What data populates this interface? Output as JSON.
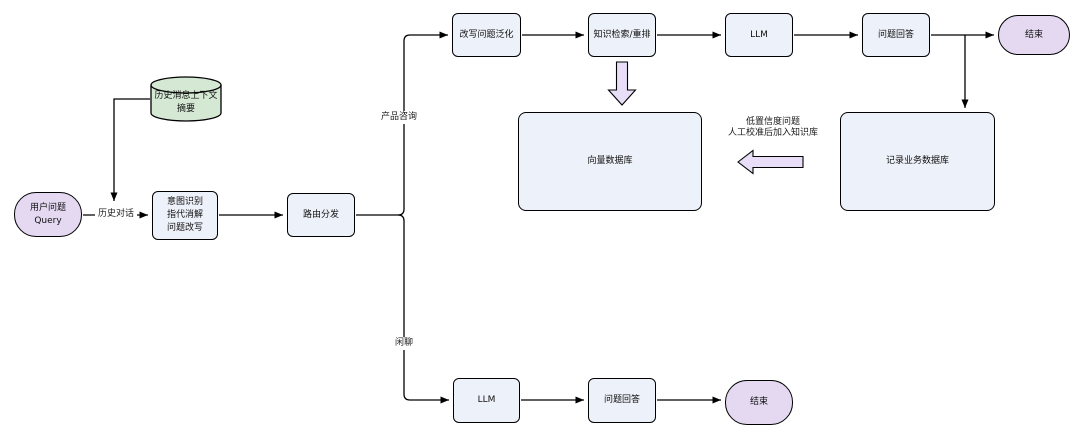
{
  "diagram": {
    "nodes": {
      "user_query": {
        "lines": [
          "用户问题",
          "Query"
        ]
      },
      "history_summary": {
        "lines": [
          "历史消息上下文",
          "摘要"
        ]
      },
      "intent": {
        "lines": [
          "意图识别",
          "指代消解",
          "问题改写"
        ]
      },
      "router": {
        "label": "路由分发"
      },
      "rewrite_generalize": {
        "label": "改写问题泛化"
      },
      "knowledge_retrieval": {
        "label": "知识检索/重排"
      },
      "llm_top": {
        "label": "LLM"
      },
      "answer_top": {
        "label": "问题回答"
      },
      "end_top": {
        "label": "结束"
      },
      "vector_db": {
        "label": "向量数据库"
      },
      "record_db": {
        "label": "记录业务数据库"
      },
      "llm_bottom": {
        "label": "LLM"
      },
      "answer_bottom": {
        "label": "问题回答"
      },
      "end_bottom": {
        "label": "结束"
      }
    },
    "edge_labels": {
      "history_dialog": "历史对话",
      "product_inquiry": "产品咨询",
      "chitchat": "闲聊",
      "low_confidence_line1": "低置信度问题",
      "low_confidence_line2": "人工校准后加入知识库"
    },
    "colors": {
      "node_fill": "#edf1f9",
      "terminal_fill": "#e5d9f2",
      "cylinder_fill": "#d5e8d4",
      "block_arrow_fill": "#e8def7",
      "stroke": "#000000"
    }
  }
}
